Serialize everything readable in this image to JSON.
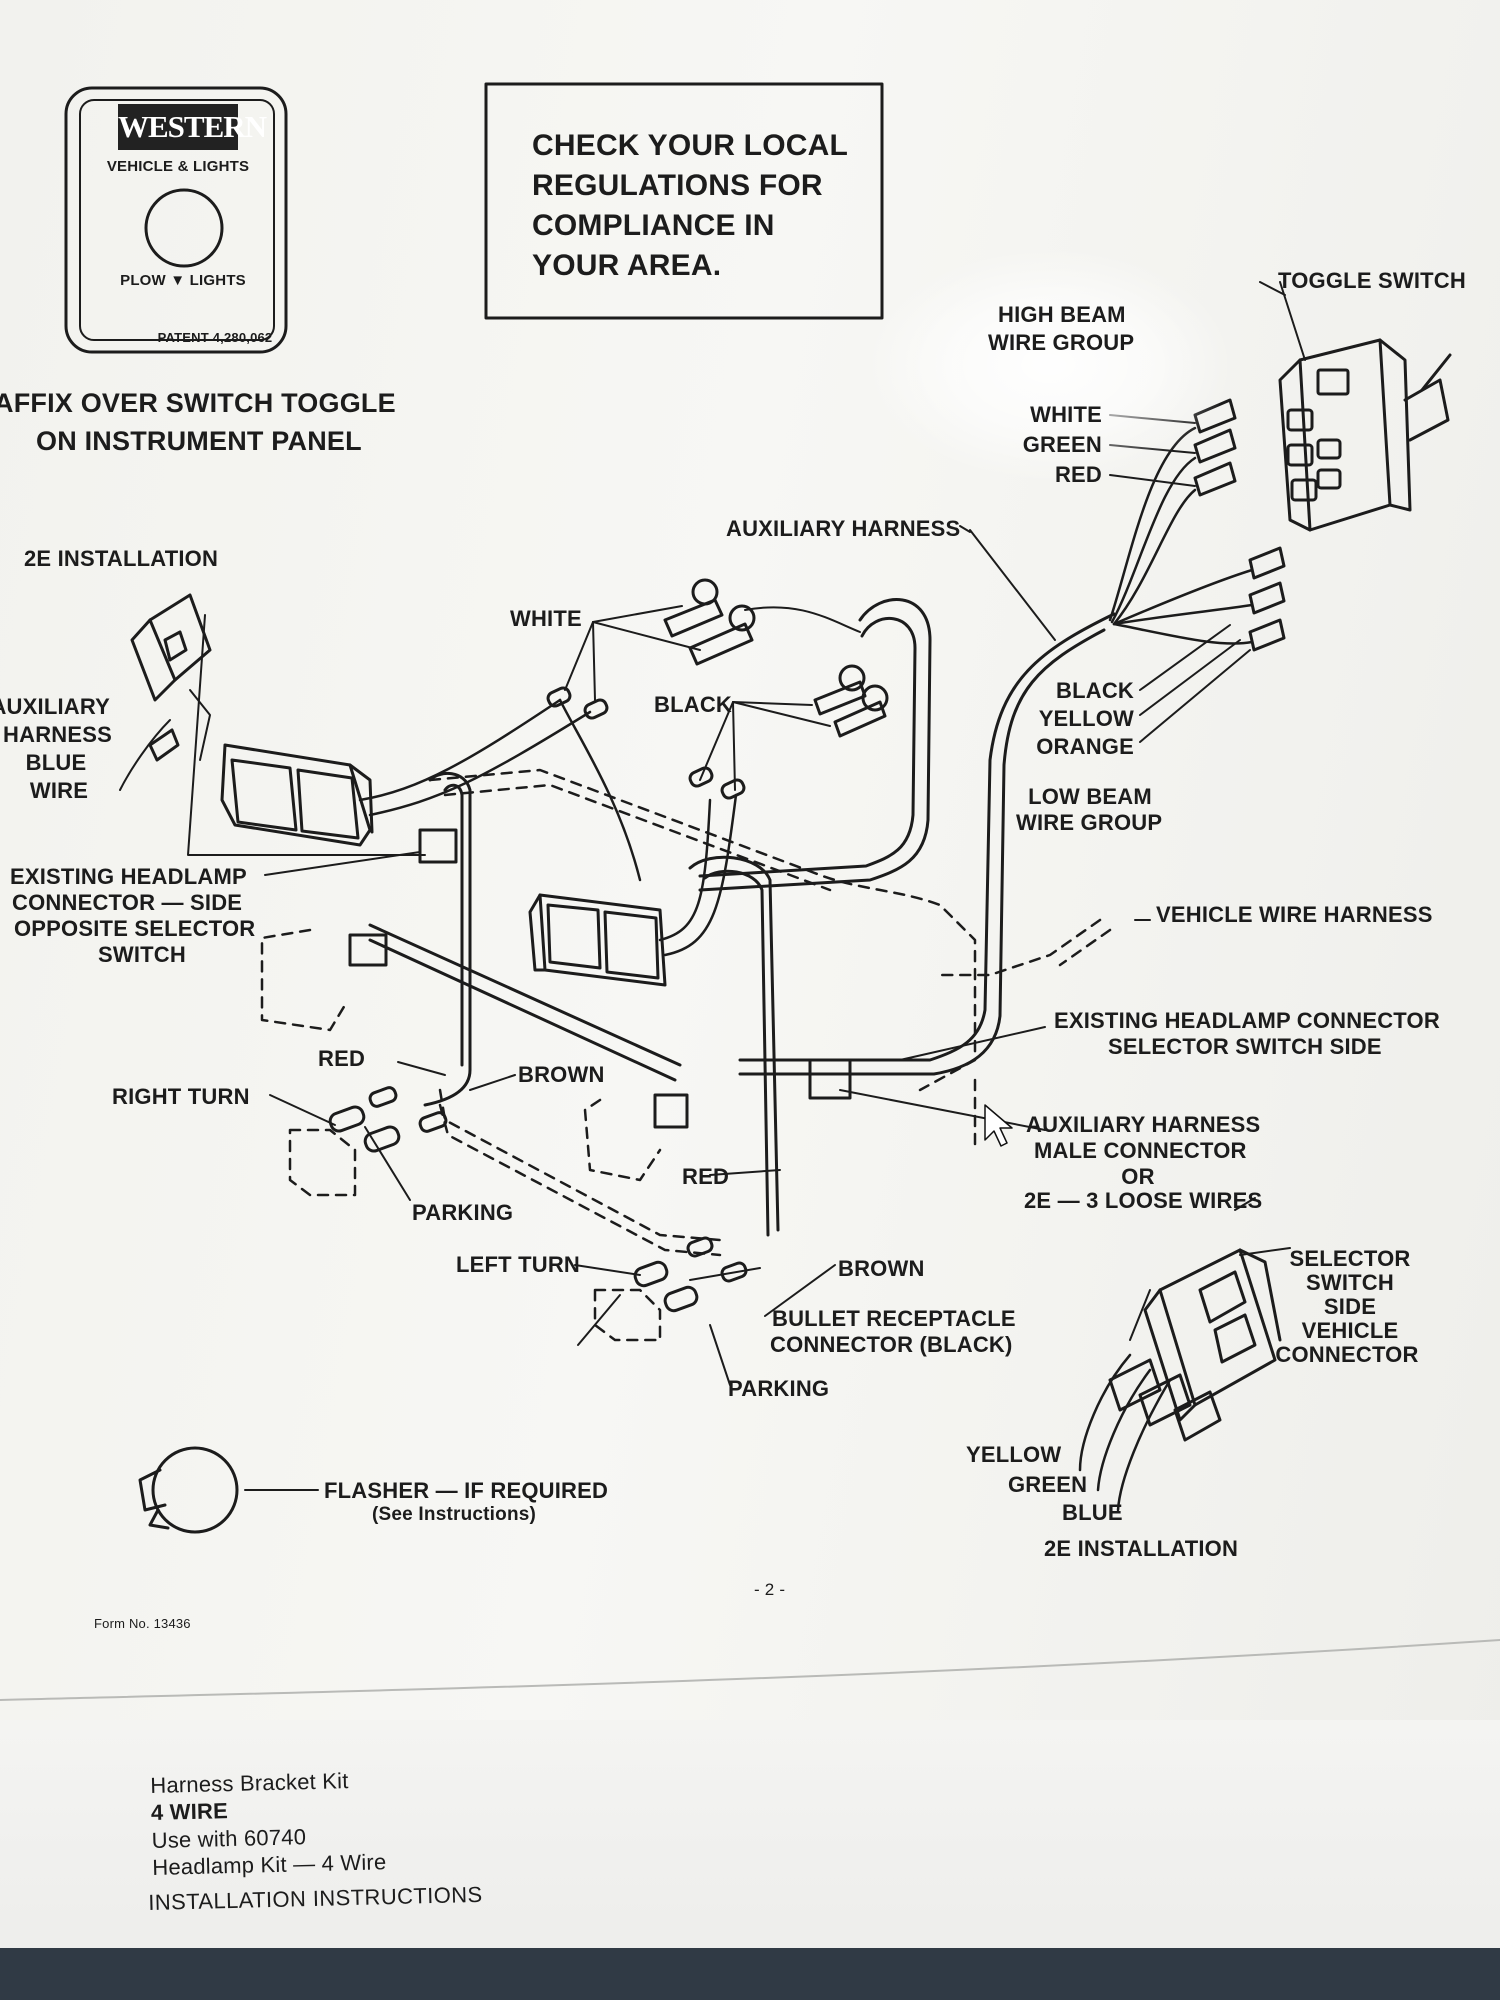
{
  "sticker": {
    "brand": "WESTERN",
    "subtitle": "VEHICLE & LIGHTS",
    "toggle_label": "PLOW ▼ LIGHTS",
    "patent": "PATENT 4,280,062",
    "caption_line1": "AFFIX OVER SWITCH TOGGLE",
    "caption_line2": "ON INSTRUMENT PANEL"
  },
  "notice": {
    "line1": "CHECK YOUR LOCAL",
    "line2": "REGULATIONS FOR",
    "line3": "COMPLIANCE IN",
    "line4": "YOUR AREA."
  },
  "labels": {
    "toggle_switch": "TOGGLE SWITCH",
    "high_beam_1": "HIGH BEAM",
    "high_beam_2": "WIRE GROUP",
    "white_hb": "WHITE",
    "green_hb": "GREEN",
    "red_hb": "RED",
    "auxiliary_harness": "AUXILIARY HARNESS",
    "installation_2e": "2E INSTALLATION",
    "white": "WHITE",
    "black": "BLACK",
    "aux_blue_1": "AUXILIARY",
    "aux_blue_2": "HARNESS",
    "aux_blue_3": "BLUE",
    "aux_blue_4": "WIRE",
    "black_lb": "BLACK",
    "yellow_lb": "YELLOW",
    "orange_lb": "ORANGE",
    "low_beam_1": "LOW BEAM",
    "low_beam_2": "WIRE GROUP",
    "existing_opp_1": "EXISTING HEADLAMP",
    "existing_opp_2": "CONNECTOR — SIDE",
    "existing_opp_3": "OPPOSITE SELECTOR",
    "existing_opp_4": "SWITCH",
    "vehicle_wire_harness": "VEHICLE WIRE HARNESS",
    "existing_sel_1": "EXISTING HEADLAMP CONNECTOR",
    "existing_sel_2": "SELECTOR SWITCH SIDE",
    "red_upper": "RED",
    "brown_upper": "BROWN",
    "right_turn": "RIGHT TURN",
    "aux_male_1": "AUXILIARY HARNESS",
    "aux_male_2": "MALE CONNECTOR",
    "aux_male_3": "OR",
    "aux_male_4": "2E — 3 LOOSE WIRES",
    "red_lower": "RED",
    "parking_upper": "PARKING",
    "left_turn": "LEFT TURN",
    "brown_lower": "BROWN",
    "selector_1": "SELECTOR",
    "selector_2": "SWITCH",
    "selector_3": "SIDE",
    "selector_4": "VEHICLE",
    "selector_5": "CONNECTOR",
    "bullet_1": "BULLET RECEPTACLE",
    "bullet_2": "CONNECTOR (BLACK)",
    "parking_lower": "PARKING",
    "yellow": "YELLOW",
    "green": "GREEN",
    "blue": "BLUE",
    "installation_2e_bottom": "2E INSTALLATION",
    "flasher_1": "FLASHER — IF REQUIRED",
    "flasher_2": "(See Instructions)",
    "page_number": "- 2 -",
    "form_number": "Form No. 13436"
  },
  "footer": {
    "line1": "Harness Bracket Kit",
    "line2": "4 WIRE",
    "line3": "Use with 60740",
    "line4": "Headlamp Kit — 4 Wire",
    "install": "INSTALLATION INSTRUCTIONS"
  }
}
